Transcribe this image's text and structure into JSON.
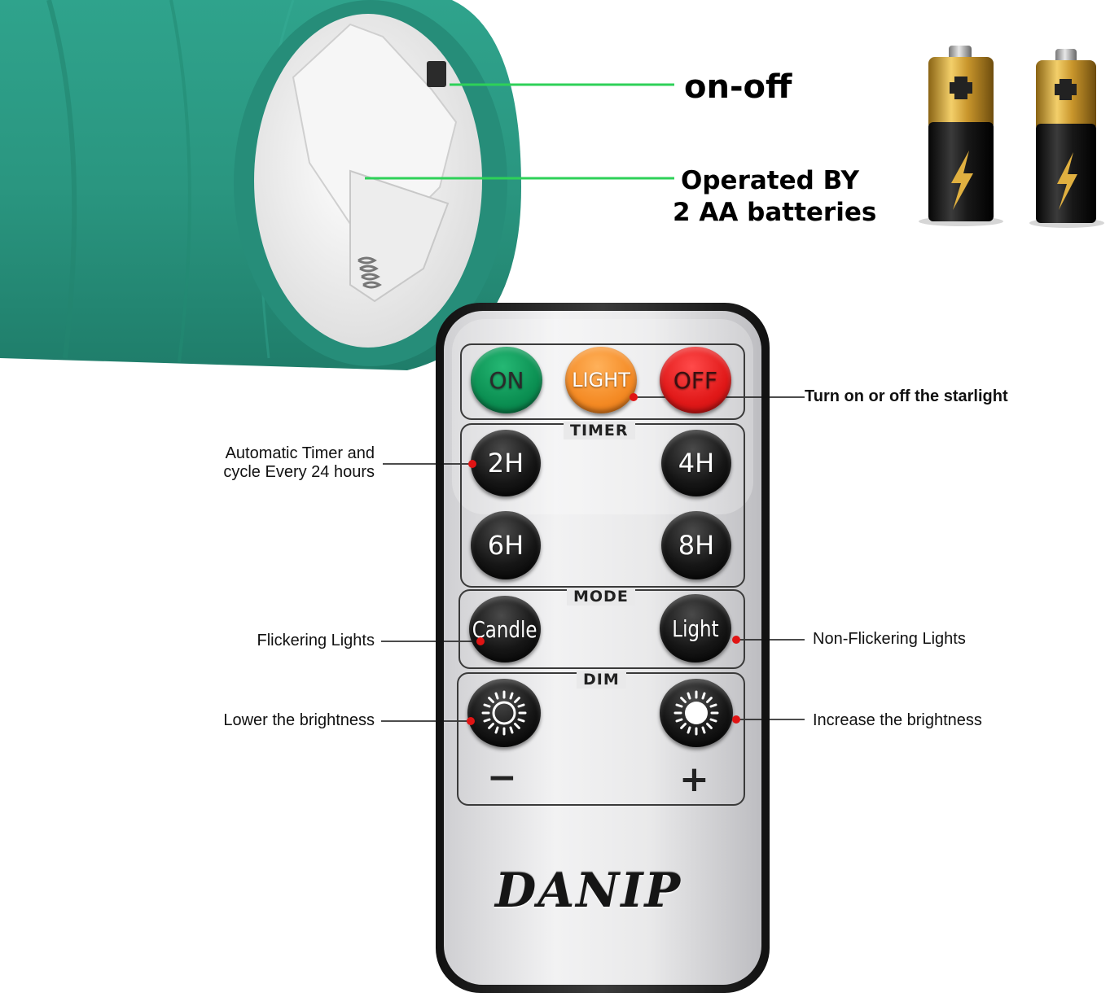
{
  "callouts": {
    "switch_label": "on-off",
    "battery_line1": "Operated BY",
    "battery_line2": "2 AA batteries"
  },
  "remote": {
    "buttons": {
      "on": "ON",
      "light": "LIGHT",
      "off": "OFF",
      "h2": "2H",
      "h4": "4H",
      "h6": "6H",
      "h8": "8H",
      "candle": "Candle",
      "light_mode": "Light"
    },
    "sections": {
      "timer": "TIMER",
      "mode": "MODE",
      "dim": "DIM"
    },
    "minus": "−",
    "plus": "+",
    "brand": "DANIP"
  },
  "annotations": {
    "starlight": "Turn on or off the starlight",
    "timer_line1": "Automatic Timer and",
    "timer_line2": "cycle Every 24 hours",
    "flicker": "Flickering Lights",
    "non_flicker": "Non-Flickering Lights",
    "lower": "Lower the brightness",
    "increase": "Increase the brightness"
  },
  "icons": [
    "battery-icon",
    "sun-icon",
    "spring-icon"
  ],
  "colors": {
    "candle_body": "#2e9c86",
    "callout_line": "#2ed158",
    "annotation_dot": "#e01414",
    "on_button": "#0b8f52",
    "light_button": "#f48a24",
    "off_button": "#e01818",
    "remote_face": "#e6e6e8"
  }
}
